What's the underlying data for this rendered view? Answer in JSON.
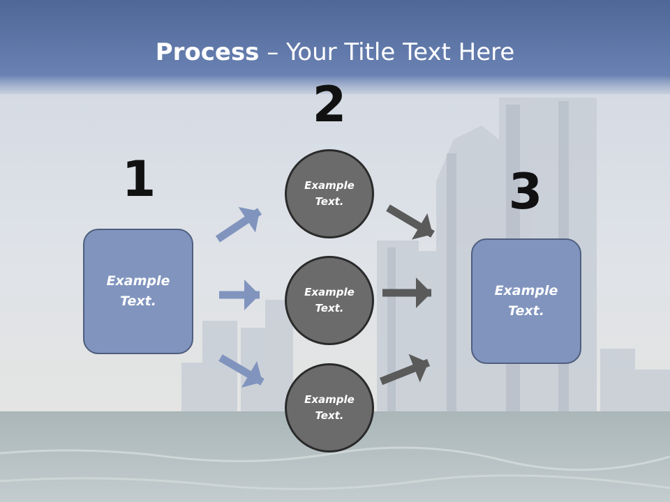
{
  "title": {
    "bold": "Process",
    "rest": " – Your Title Text Here"
  },
  "steps": [
    {
      "number": "1",
      "label": "Example Text."
    },
    {
      "number": "2",
      "items": [
        {
          "label": "Example Text."
        },
        {
          "label": "Example Text."
        },
        {
          "label": "Example Text."
        }
      ]
    },
    {
      "number": "3",
      "label": "Example Text."
    }
  ],
  "colors": {
    "box_fill": "#8094be",
    "box_border": "#4f5e7e",
    "circle_fill": "#6b6b6b",
    "circle_border": "#2a2a2a",
    "arrow_blue": "#8094be",
    "arrow_gray": "#5a5a5a",
    "header_band": "#5b72a3"
  }
}
